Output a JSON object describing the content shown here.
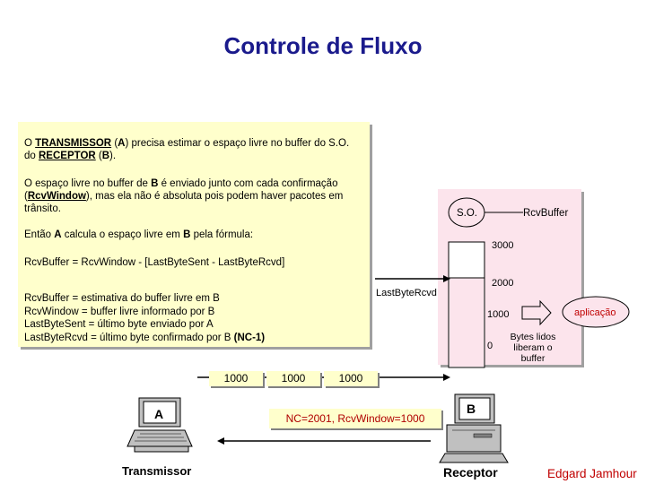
{
  "title": "Controle de Fluxo",
  "textbox": {
    "para1": {
      "t1": "O ",
      "u1": "TRANSMISSOR",
      "t2": " (",
      "b1": "A",
      "t3": ") precisa estimar o espaço livre no buffer do S.O.",
      "t4": "do ",
      "u2": "RECEPTOR",
      "t5": " (",
      "b2": "B",
      "t6": ")."
    },
    "para2": {
      "t1": "O espaço livre no buffer de ",
      "b1": "B",
      "t2": " é enviado junto com cada confirmação",
      "t3": "(",
      "u1": "RcvWindow",
      "t4": "), mas ela não é absoluta pois podem haver pacotes em",
      "t5": "trânsito."
    },
    "para3": {
      "t1": "Então ",
      "b1": "A",
      "t2": " calcula o espaço livre em ",
      "b2": "B",
      "t3": " pela fórmula:"
    },
    "formula": "RcvBuffer = RcvWindow - [LastByteSent - LastByteRcvd]",
    "defs": [
      {
        "term": "RcvBuffer",
        "desc": " = estimativa do buffer livre em B"
      },
      {
        "term": "RcvWindow",
        "desc": " = buffer livre informado por B"
      },
      {
        "term": "LastByteSent",
        "desc": " = último byte enviado por A"
      },
      {
        "term": "LastByteRcvd",
        "desc": " = último byte confirmado por B ",
        "extra": "(NC-1)"
      }
    ]
  },
  "receiver_box": {
    "so_label": "S.O.",
    "rcvbuffer_label": "RcvBuffer",
    "levels": [
      "3000",
      "2000",
      "1000",
      "0"
    ],
    "last_byte_label": "LastByteRcvd",
    "bytes_read_label": "Bytes lidos liberam o buffer",
    "app_label": "aplicação"
  },
  "packets": [
    "1000",
    "1000",
    "1000"
  ],
  "ack_label": "NC=2001, RcvWindow=1000",
  "host_a": {
    "label": "A",
    "name": "Transmissor"
  },
  "host_b": {
    "label": "B",
    "name": "Receptor"
  },
  "author": "Edgard Jamhour",
  "colors": {
    "title": "#1a1a8c",
    "textbox_bg": "#ffffcc",
    "receiver_bg": "#fce4ec",
    "app_ellipse": "#fce4ec",
    "arrow_fill": "#fce4ec",
    "ack_text": "#b00000",
    "author_text": "#c00000"
  }
}
